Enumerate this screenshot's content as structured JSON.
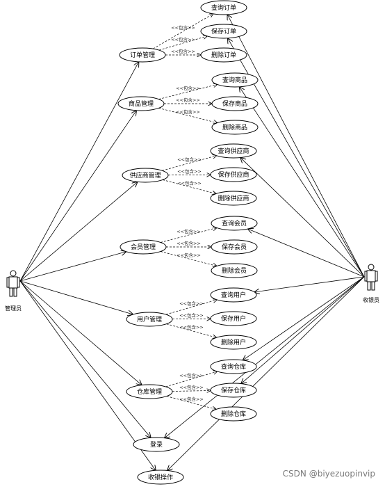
{
  "actors": {
    "admin": "管理员",
    "cashier": "收银员"
  },
  "include_label": "<<包含>>",
  "groups": [
    {
      "name": "订单管理",
      "children": [
        "查询订单",
        "保存订单",
        "删除订单"
      ]
    },
    {
      "name": "商品管理",
      "children": [
        "查询商品",
        "保存商品",
        "删除商品"
      ]
    },
    {
      "name": "供应商管理",
      "children": [
        "查询供应商",
        "保存供应商",
        "删除供应商"
      ]
    },
    {
      "name": "会员管理",
      "children": [
        "查询会员",
        "保存会员",
        "删除会员"
      ]
    },
    {
      "name": "用户管理",
      "children": [
        "查询用户",
        "保存用户",
        "删除用户"
      ]
    },
    {
      "name": "仓库管理",
      "children": [
        "查询仓库",
        "保存仓库",
        "删除仓库"
      ]
    }
  ],
  "bottom": {
    "login": "登录",
    "cashier_op": "收银操作"
  },
  "watermark": "CSDN @biyezuopinvip"
}
